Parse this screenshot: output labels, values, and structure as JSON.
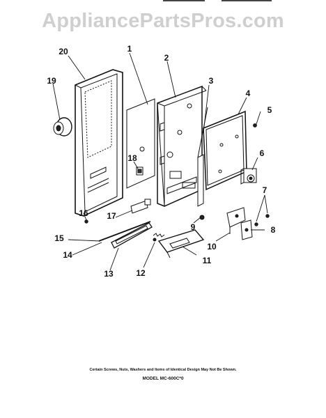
{
  "watermark": "AppliancePartsPros.com",
  "callouts": [
    "20",
    "1",
    "2",
    "3",
    "4",
    "5",
    "19",
    "6",
    "18",
    "7",
    "16",
    "17",
    "9",
    "8",
    "15",
    "14",
    "10",
    "13",
    "12",
    "11"
  ],
  "footnote": "Certain Screws, Nuts, Washers and Items of Identical Design May Not Be Shown.",
  "model": "MODEL MC-600C*0"
}
